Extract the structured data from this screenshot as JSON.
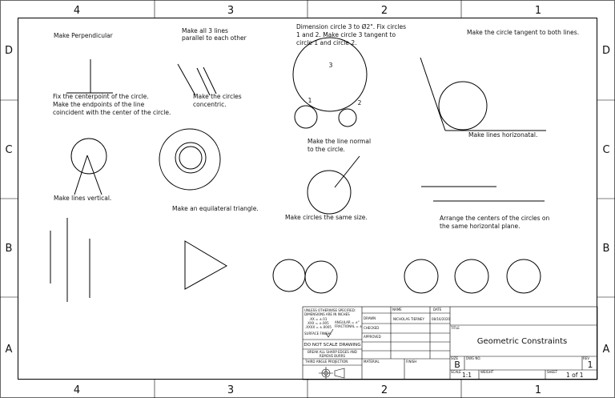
{
  "zones": {
    "columns": [
      "4",
      "3",
      "2",
      "1"
    ],
    "rows": [
      "D",
      "C",
      "B",
      "A"
    ]
  },
  "notes": {
    "perpendicular": "Make Perpendicular",
    "parallel": [
      "Make all 3 lines",
      "parallel to each other"
    ],
    "dimension_circle": [
      "Dimension circle 3 to Ø2\". Fix circles",
      "1 and 2. Make circle 3 tangent to",
      "circle 1 and circle 2."
    ],
    "tangent_both": "Make the circle tangent to both lines.",
    "fix_center": [
      "Fix the centerpoint of the circle.",
      "Make the endpoints of the line",
      "coincident with the center of the circle."
    ],
    "concentric": [
      "Make the circles",
      "concentric."
    ],
    "horizontal": "Make lines horizonatal.",
    "normal": [
      "Make the line normal",
      "to the circle."
    ],
    "vertical": "Make lines vertical.",
    "equilateral": "Make an equilateral triangle.",
    "same_size": "Make circles the same size.",
    "centers_horizontal": [
      "Arrange the centers of the circles on",
      "the same horizontal plane."
    ]
  },
  "circle_labels": {
    "c3": "3",
    "c1": "1",
    "c2": "2"
  },
  "title_block": {
    "unless_lines": [
      "UNLESS OTHERWISE SPECIFIED:",
      "DIMENSIONS ARE IN INCHES"
    ],
    "tolerance_lines": [
      ".XX = ±.01",
      ".XXX = ±.005",
      ".XXXX = ±.0005"
    ],
    "angular_lines": [
      "ANGULAR = ±°",
      "FRACTIONAL = ±"
    ],
    "surface_finish": "SURFACE FINISH:",
    "do_not_scale": "DO NOT SCALE DRAWING",
    "break_edges": [
      "BREAK ALL SHARP EDGES AND",
      "REMOVE BURRS"
    ],
    "third_angle": "THIRD ANGLE PROJECTION",
    "rows": [
      "DRAWN",
      "CHECKED",
      "APPROVED"
    ],
    "col_name": "NAME",
    "col_date": "DATE",
    "drawn_name": "NICHOLAS TIERNEY",
    "drawn_date": "08/16/2020",
    "material": "MATERIAL",
    "finish": "FINISH",
    "title_label": "TITLE",
    "title": "Geometric Constraints",
    "size_label": "SIZE",
    "size": "B",
    "dwg_no_label": "DWG NO.",
    "rev_label": "REV",
    "rev": "1",
    "scale_label": "SCALE",
    "scale": "1:1",
    "weight_label": "WEIGHT",
    "sheet_label": "SHEET",
    "sheet": "1 of 1"
  }
}
